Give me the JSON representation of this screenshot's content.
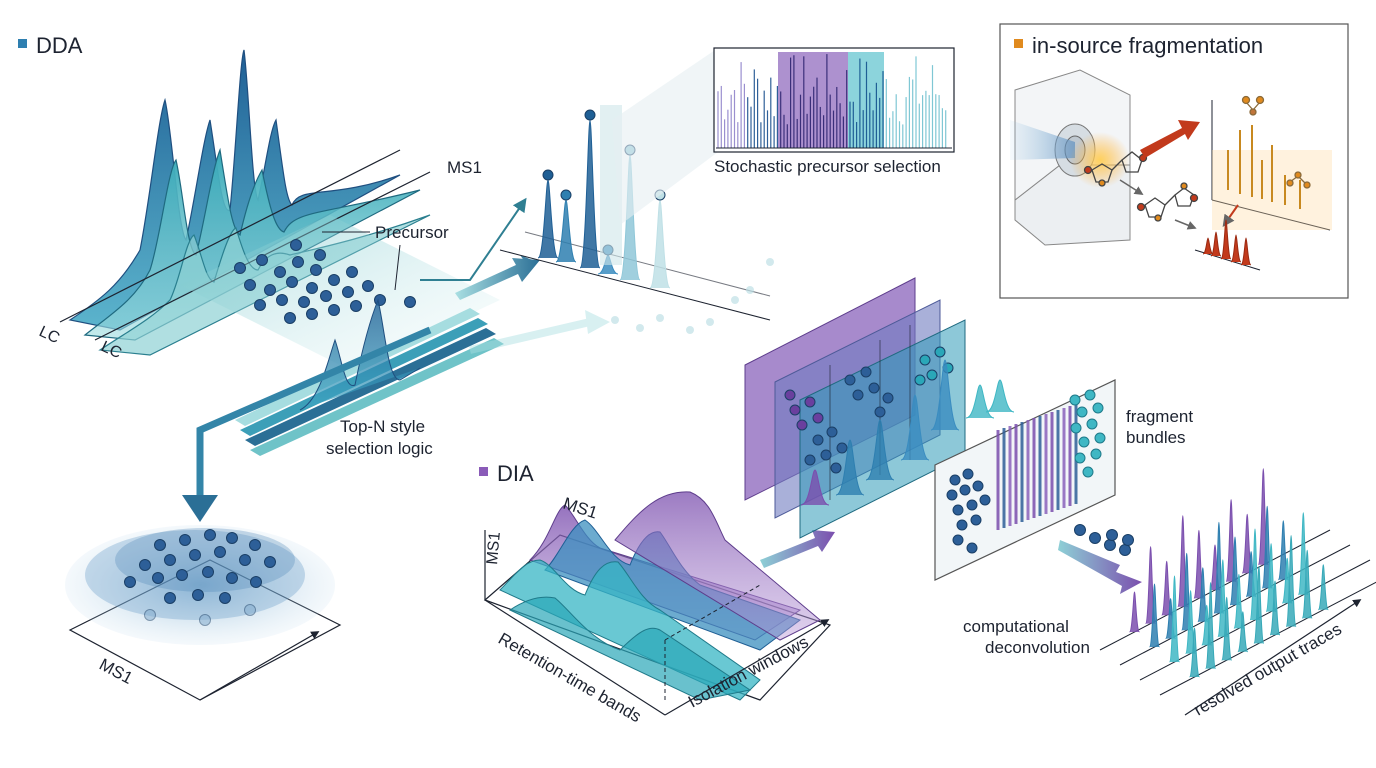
{
  "legend": {
    "dda": {
      "label": "DDA",
      "color": "#2e7fb0"
    },
    "dia": {
      "label": "DIA",
      "color": "#8a5bb8"
    },
    "isf": {
      "label": "in-source fragmentation",
      "color": "#e08a1e"
    }
  },
  "labels": {
    "ms1_top": "MS1",
    "precursor": "Precursor",
    "lc_1": "LC",
    "lc_2": "LC",
    "stochastic": "Stochastic precursor selection",
    "topn_line1": "Top-N style",
    "topn_line2": "selection logic",
    "ms1_bottom": "MS1",
    "dia_ms1": "MS1",
    "dia_ms1_axis": "MS1",
    "retention_bands": "Retention-time bands",
    "isolation_windows": "Isolation windows",
    "fragment_line1": "fragment",
    "fragment_line2": "bundles",
    "deconv_line1": "computational",
    "deconv_line2": "deconvolution",
    "resolved": "resolved output traces"
  },
  "colors": {
    "dark_blue": "#1f5f95",
    "mid_blue": "#3a8cc0",
    "teal": "#3fb7c4",
    "purple": "#7b4fae",
    "light_teal": "#a9dfe2",
    "orange": "#e08a1e",
    "red": "#c23a1c"
  }
}
